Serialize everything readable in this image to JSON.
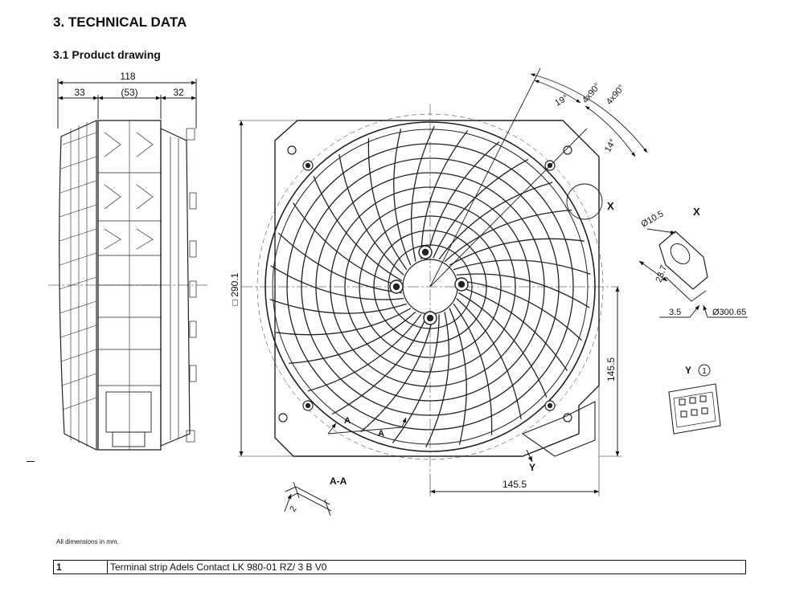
{
  "section_title": "3. TECHNICAL DATA",
  "subsection_title": "3.1 Product drawing",
  "side_view": {
    "dim_total": "118",
    "dim_left": "33",
    "dim_mid": "(53)",
    "dim_right": "32"
  },
  "front_view": {
    "dim_square": "□ 290.1",
    "dim_half_v": "145.5",
    "dim_half_h": "145.5",
    "angle_a": "19°",
    "angle_b": "4x90°",
    "angle_c": "4x90°",
    "angle_d": "14°",
    "label_x": "X",
    "label_y": "Y",
    "label_a": "A"
  },
  "section_aa": {
    "title": "A-A",
    "dim": "2"
  },
  "detail_x": {
    "title": "X",
    "dia_hole": "Ø10.5",
    "dim_len": "23.7",
    "dim_offset": "3.5",
    "dia_circle": "Ø300.65"
  },
  "detail_y": {
    "title": "Y",
    "ref": "1"
  },
  "footnote": "All dimensions in mm.",
  "legend": {
    "number": "1",
    "text": "Terminal strip Adels Contact LK 980-01 RZ/ 3 B V0"
  }
}
